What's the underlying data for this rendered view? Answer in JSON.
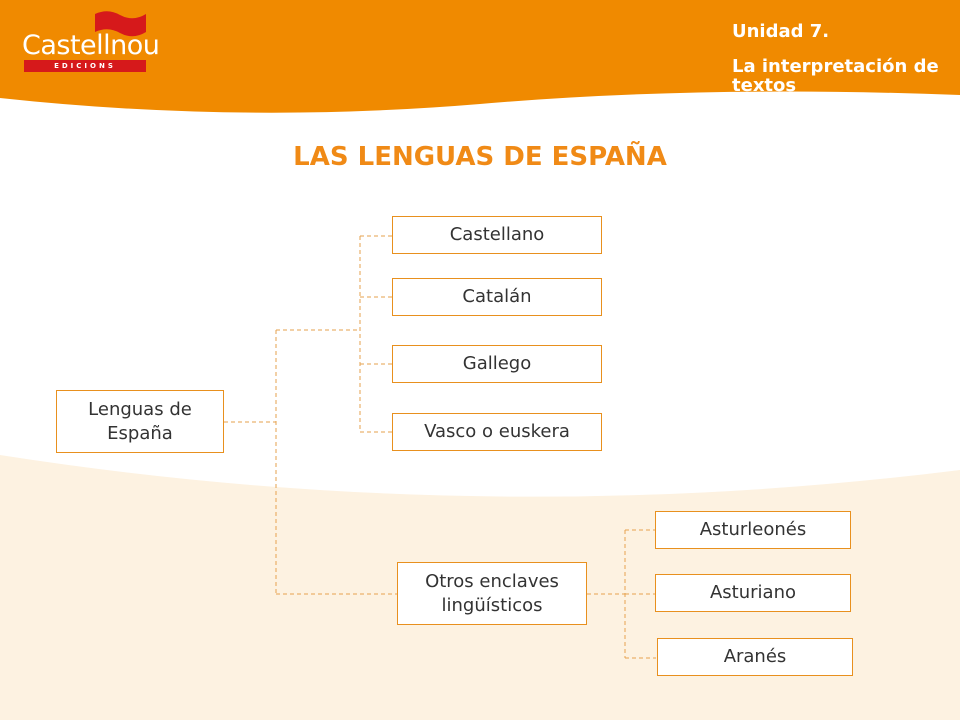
{
  "header": {
    "logo": {
      "word": "Castellnou",
      "band": "EDICIONS"
    },
    "unit_title": "Unidad 7.",
    "unit_subtitle": "La interpretación de textos"
  },
  "title": "LAS LENGUAS DE ESPAÑA",
  "diagram": {
    "root": "Lenguas de España",
    "languages": [
      "Castellano",
      "Catalán",
      "Gallego",
      "Vasco o euskera"
    ],
    "other": "Otros enclaves lingüísticos",
    "enclaves": [
      "Asturleonés",
      "Asturiano",
      "Aranés"
    ]
  },
  "colors": {
    "header_orange": "#f08a00",
    "title_orange": "#f08a16",
    "cream": "#fdf2e1",
    "logo_red": "#d6191b",
    "box_border": "#e8901e",
    "connector": "#e6a24e"
  }
}
